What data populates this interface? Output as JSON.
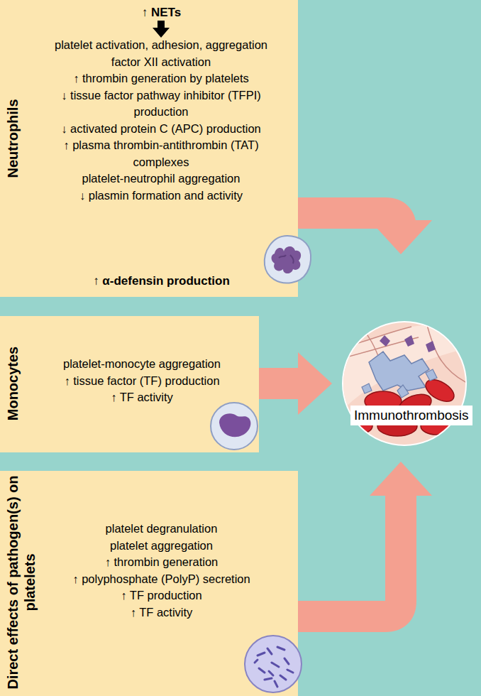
{
  "diagram": {
    "nodes": [
      {
        "text": [
          "Neutrophils",
          "↑ NETs",
          "platelet activation, adhesion, aggregation",
          "factor XII activation",
          "↑ thrombin generation by platelets",
          "↓ tissue factor pathway inhibitor (TFPI) production",
          "↓ activated protein C (APC) production",
          "↑ plasma thrombin-antithrombin (TAT) complexes",
          "platelet-neutrophil aggregation",
          "↓ plasmin formation and activity",
          "↑ α-defensin production"
        ]
      },
      {
        "text": [
          "Monocytes",
          "platelet-monocyte aggregation",
          "↑ tissue factor (TF) production",
          "↑ TF activity"
        ]
      },
      {
        "text": [
          "Direct effects of pathogen(s) on platelets",
          "platelet degranulation",
          "platelet aggregation",
          "↑ thrombin generation",
          "↑ polyphosphate (PolyP) secretion",
          "↑ TF production",
          "↑ TF activity"
        ]
      },
      {
        "text": [
          "Immunothrombosis"
        ]
      }
    ],
    "edges": [
      {
        "from": 0,
        "to": 3,
        "arrow": "to"
      },
      {
        "from": 1,
        "to": 3,
        "arrow": "to"
      },
      {
        "from": 2,
        "to": 3,
        "arrow": "to"
      }
    ]
  }
}
